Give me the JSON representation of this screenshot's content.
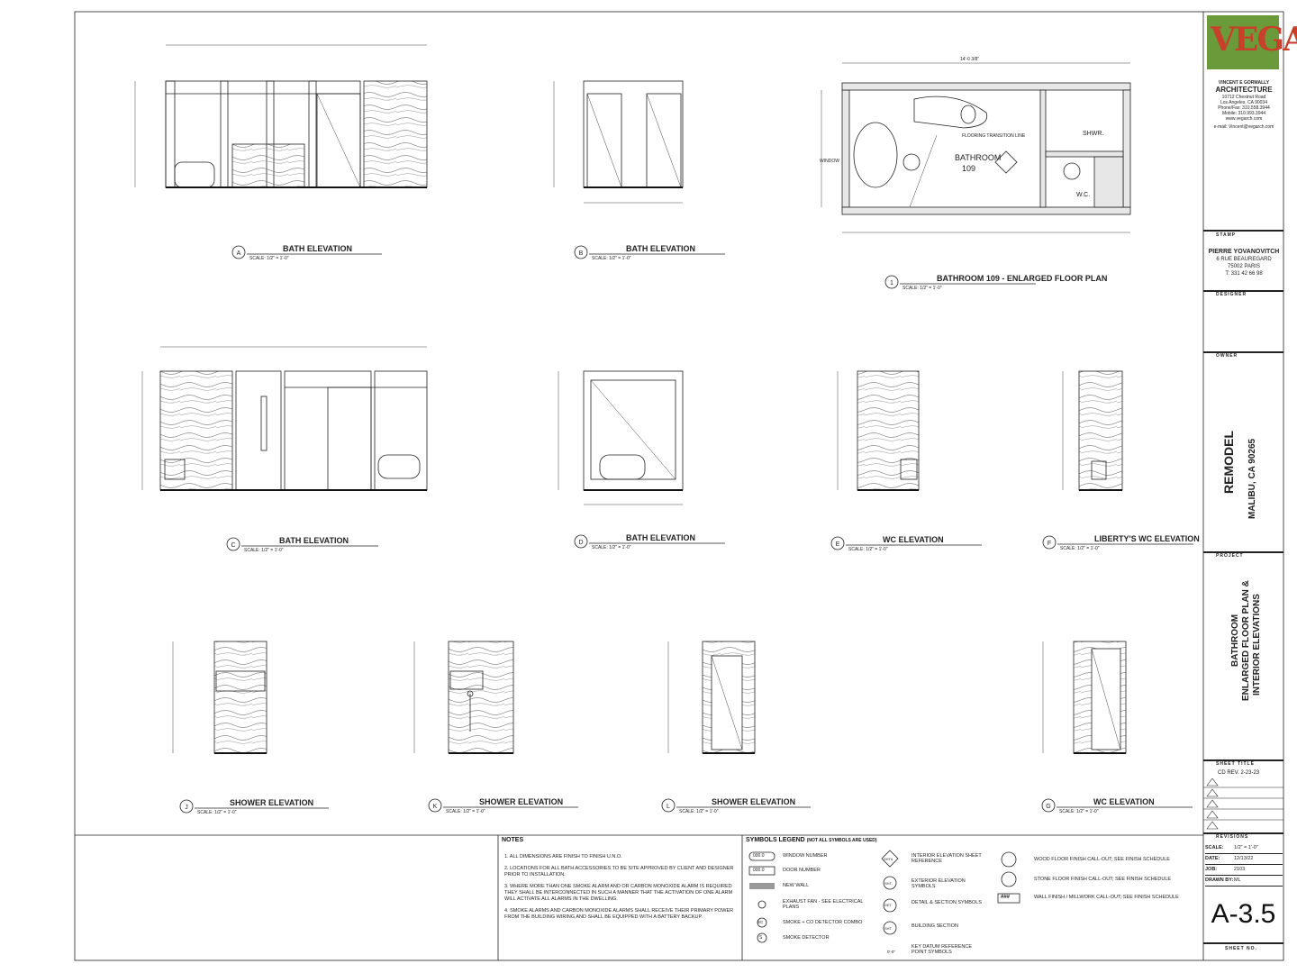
{
  "firm": {
    "logo_text": "VEGA",
    "name_line1": "VINCENT E GORMALLY",
    "name_line2": "ARCHITECTURE",
    "address": "10712 Chestnut Road",
    "city": "Los Angeles, CA 90034",
    "phone": "Phone/Fax: 310.558.3944",
    "mobile": "Mobile: 310.993.3944",
    "web": "www.vegarch.com",
    "email": "e-mail: Vincent@vegarch.com"
  },
  "titleblock": {
    "stamp_label": "STAMP",
    "designer_name": "PIERRE YOVANOVITCH",
    "designer_addr1": "6 RUE BEAUREGARD",
    "designer_addr2": "75002 PARIS",
    "designer_phone": "T: 331 42 66 98",
    "designer_label": "DESIGNER",
    "owner_label": "OWNER",
    "project_name": "REMODEL",
    "project_city": "MALIBU, CA 90265",
    "project_label": "PROJECT",
    "sheet_title_1": "BATHROOM",
    "sheet_title_2": "ENLARGED FLOOR PLAN &",
    "sheet_title_3": "INTERIOR ELEVATIONS",
    "sheet_title_label": "SHEET TITLE",
    "revision": "CD REV.  2-23-23",
    "revisions_label": "REVISIONS",
    "scale_label": "SCALE:",
    "scale_value": "1/2\" = 1'-0\"",
    "date_label": "DATE:",
    "date_value": "12/13/22",
    "job_label": "JOB:",
    "job_value": "2103",
    "drawn_label": "DRAWN BY:",
    "drawn_value": "ML",
    "sheet_number": "A-3.5",
    "sheet_no_label": "SHEET NO."
  },
  "views": {
    "A": {
      "letter": "A",
      "title": "BATH ELEVATION",
      "scale": "SCALE: 1/2\" = 1'-0\""
    },
    "B": {
      "letter": "B",
      "title": "BATH ELEVATION",
      "scale": "SCALE: 1/2\" = 1'-0\""
    },
    "plan": {
      "letter": "1",
      "title": "BATHROOM 109 - ENLARGED FLOOR PLAN",
      "scale": "SCALE: 1/2\" = 1'-0\""
    },
    "C": {
      "letter": "C",
      "title": "BATH ELEVATION",
      "scale": "SCALE: 1/2\" = 1'-0\""
    },
    "D": {
      "letter": "D",
      "title": "BATH ELEVATION",
      "scale": "SCALE: 1/2\" = 1'-0\""
    },
    "E": {
      "letter": "E",
      "title": "WC ELEVATION",
      "scale": "SCALE: 1/2\" = 1'-0\""
    },
    "F": {
      "letter": "F",
      "title": "LIBERTY'S WC ELEVATION",
      "scale": "SCALE: 1/2\" = 1'-0\""
    },
    "J": {
      "letter": "J",
      "title": "SHOWER ELEVATION",
      "scale": "SCALE: 1/2\" = 1'-0\""
    },
    "K": {
      "letter": "K",
      "title": "SHOWER ELEVATION",
      "scale": "SCALE: 1/2\" = 1'-0\""
    },
    "L": {
      "letter": "L",
      "title": "SHOWER ELEVATION",
      "scale": "SCALE: 1/2\" = 1'-0\""
    },
    "G": {
      "letter": "G",
      "title": "WC ELEVATION",
      "scale": "SCALE: 1/2\" = 1'-0\""
    }
  },
  "plan_labels": {
    "room": "BATHROOM",
    "room_no": "109",
    "shwr": "SHWR.",
    "wc": "W.C.",
    "window": "WINDOW",
    "flooring": "FLOORING TRANSITION LINE",
    "dim_total": "14'-0 3/8\""
  },
  "notes": {
    "heading": "NOTES",
    "items": [
      "1.  ALL DIMENSIONS ARE FINISH TO FINISH U.N.O.",
      "2.  LOCATIONS FOR ALL BATH ACCESSORIES TO BE SITE APPROVED BY CLIENT AND DESIGNER PRIOR TO INSTALLATION.",
      "3.  WHERE MORE THAN ONE SMOKE ALARM AND OR CARBON MONOXIDE ALARM IS REQUIRED THEY SHALL BE INTERCONNECTED IN SUCH A MANNER THAT THE ACTIVATION OF ONE ALARM WILL ACTIVATE ALL ALARMS IN THE DWELLING.",
      "4.  SMOKE ALARMS AND CARBON MONOXIDE ALARMS SHALL RECEIVE THEIR PRIMARY POWER FROM THE BUILDING WIRING AND SHALL BE EQUIPPED WITH A BATTERY BACKUP."
    ]
  },
  "legend": {
    "heading": "SYMBOLS LEGEND",
    "subheading": "(NOT ALL SYMBOLS ARE USED)",
    "col1": [
      {
        "sym": "000.0",
        "label": "WINDOW NUMBER"
      },
      {
        "sym": "000.0",
        "label": "DOOR NUMBER"
      },
      {
        "sym": "",
        "label": "NEW WALL"
      },
      {
        "sym": "",
        "label": "EXHAUST FAN - SEE ELECTRICAL PLANS"
      },
      {
        "sym": "SC",
        "label": "SMOKE + CO DETECTOR COMBO"
      },
      {
        "sym": "S",
        "label": "SMOKE DETECTOR"
      }
    ],
    "col2": [
      {
        "sym": "SHT#",
        "label": "INTERIOR ELEVATION SHEET REFERENCE"
      },
      {
        "sym": "SHT.",
        "label": "EXTERIOR ELEVATION SYMBOLS"
      },
      {
        "sym": "DET.",
        "label": "DETAIL & SECTION SYMBOLS"
      },
      {
        "sym": "SHT.",
        "label": "BUILDING SECTION"
      },
      {
        "sym": "0'-0\"",
        "label": "KEY DATUM REFERENCE POINT SYMBOLS"
      }
    ],
    "col3": [
      {
        "sym": "",
        "label": "WOOD FLOOR FINISH CALL-OUT; SEE FINISH SCHEDULE"
      },
      {
        "sym": "",
        "label": "STONE FLOOR FINISH CALL-OUT; SEE FINISH SCHEDULE"
      },
      {
        "sym": "###",
        "label": "WALL FINISH / MILLWORK CALL-OUT; SEE FINISH SCHEDULE"
      }
    ]
  },
  "colors": {
    "logo_green": "#6a9a3a",
    "logo_red": "#c8402a",
    "line": "#222222"
  }
}
